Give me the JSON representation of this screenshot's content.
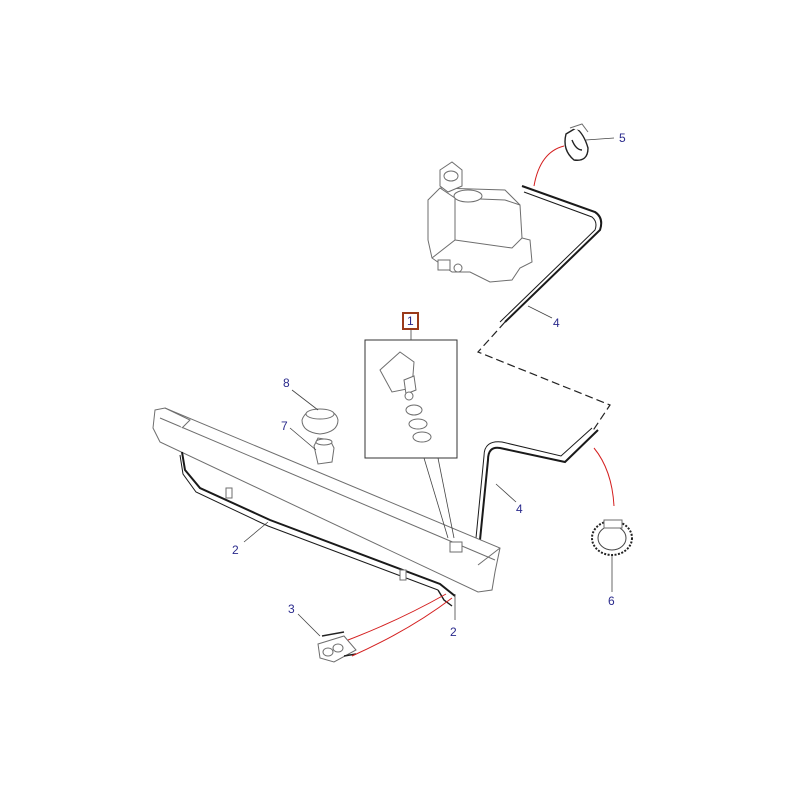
{
  "callouts": {
    "c1": "1",
    "c2a": "2",
    "c2b": "2",
    "c3": "3",
    "c4a": "4",
    "c4b": "4",
    "c5": "5",
    "c6": "6",
    "c7": "7",
    "c8": "8"
  },
  "colors": {
    "callout_text": "#2a2a8c",
    "leader_red": "#d42020",
    "box_border": "#9a3a1a"
  }
}
